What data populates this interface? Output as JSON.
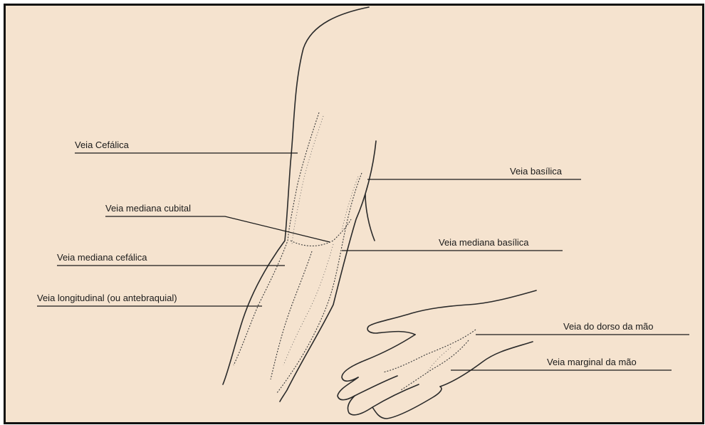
{
  "labels": {
    "cefalica": "Veia Cefálica",
    "basilica": "Veia basílica",
    "mediana_cubital": "Veia mediana cubital",
    "mediana_basilica": "Veia mediana basílica",
    "mediana_cefalica": "Veia mediana cefálica",
    "longitudinal": "Veia longitudinal (ou antebraquial)",
    "dorso_mao": "Veia do dorso da mão",
    "marginal_mao": "Veia marginal da mão"
  },
  "colors": {
    "background": "#f5e3cf",
    "ink": "#1a1a1a",
    "border": "#111111"
  }
}
